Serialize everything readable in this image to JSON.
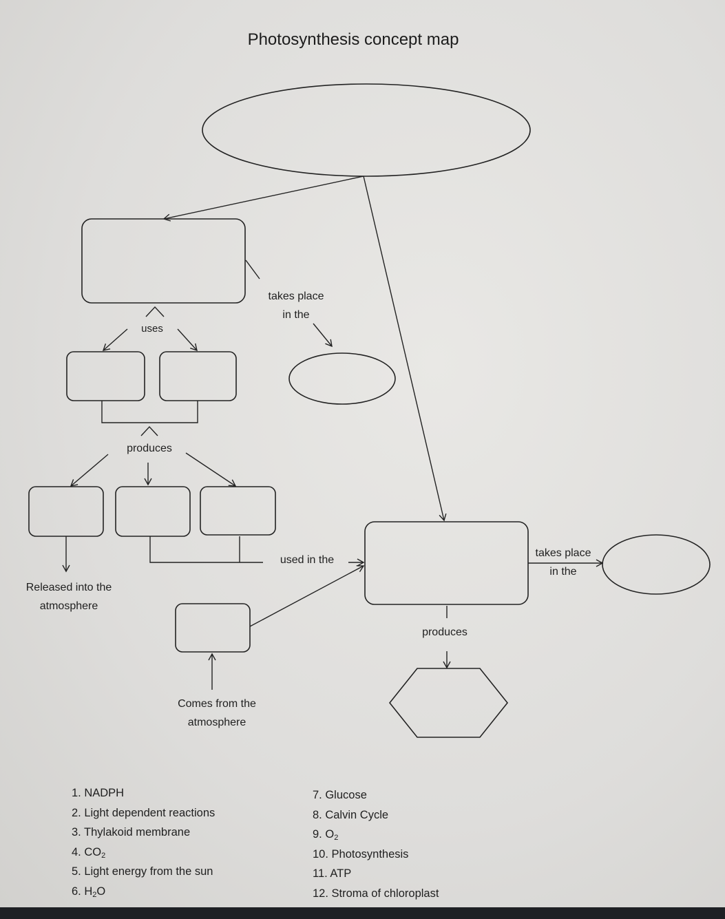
{
  "title": "Photosynthesis concept map",
  "links": {
    "takes_place_in_1": [
      "takes place",
      "in the"
    ],
    "uses": "uses",
    "produces_1": "produces",
    "released": [
      "Released into the",
      "atmosphere"
    ],
    "used_in": "used in the",
    "takes_place_in_2": [
      "takes place",
      "in the"
    ],
    "comes_from": [
      "Comes from the",
      "atmosphere"
    ],
    "produces_2": "produces"
  },
  "word_bank_left": [
    "1. NADPH",
    "2. Light dependent reactions",
    "3. Thylakoid membrane",
    "4. CO",
    "5. Light energy from the sun",
    "6. H"
  ],
  "word_bank_right": [
    "7. Glucose",
    "8. Calvin Cycle",
    "9. O",
    "10. Photosynthesis",
    "11. ATP",
    "12. Stroma of chloroplast"
  ],
  "subscripts": {
    "co2": "2",
    "h2o_sub": "2",
    "h2o_tail": "O",
    "o2": "2"
  },
  "colors": {
    "ink": "#1f1f1f",
    "paper": "#e3e2df"
  }
}
